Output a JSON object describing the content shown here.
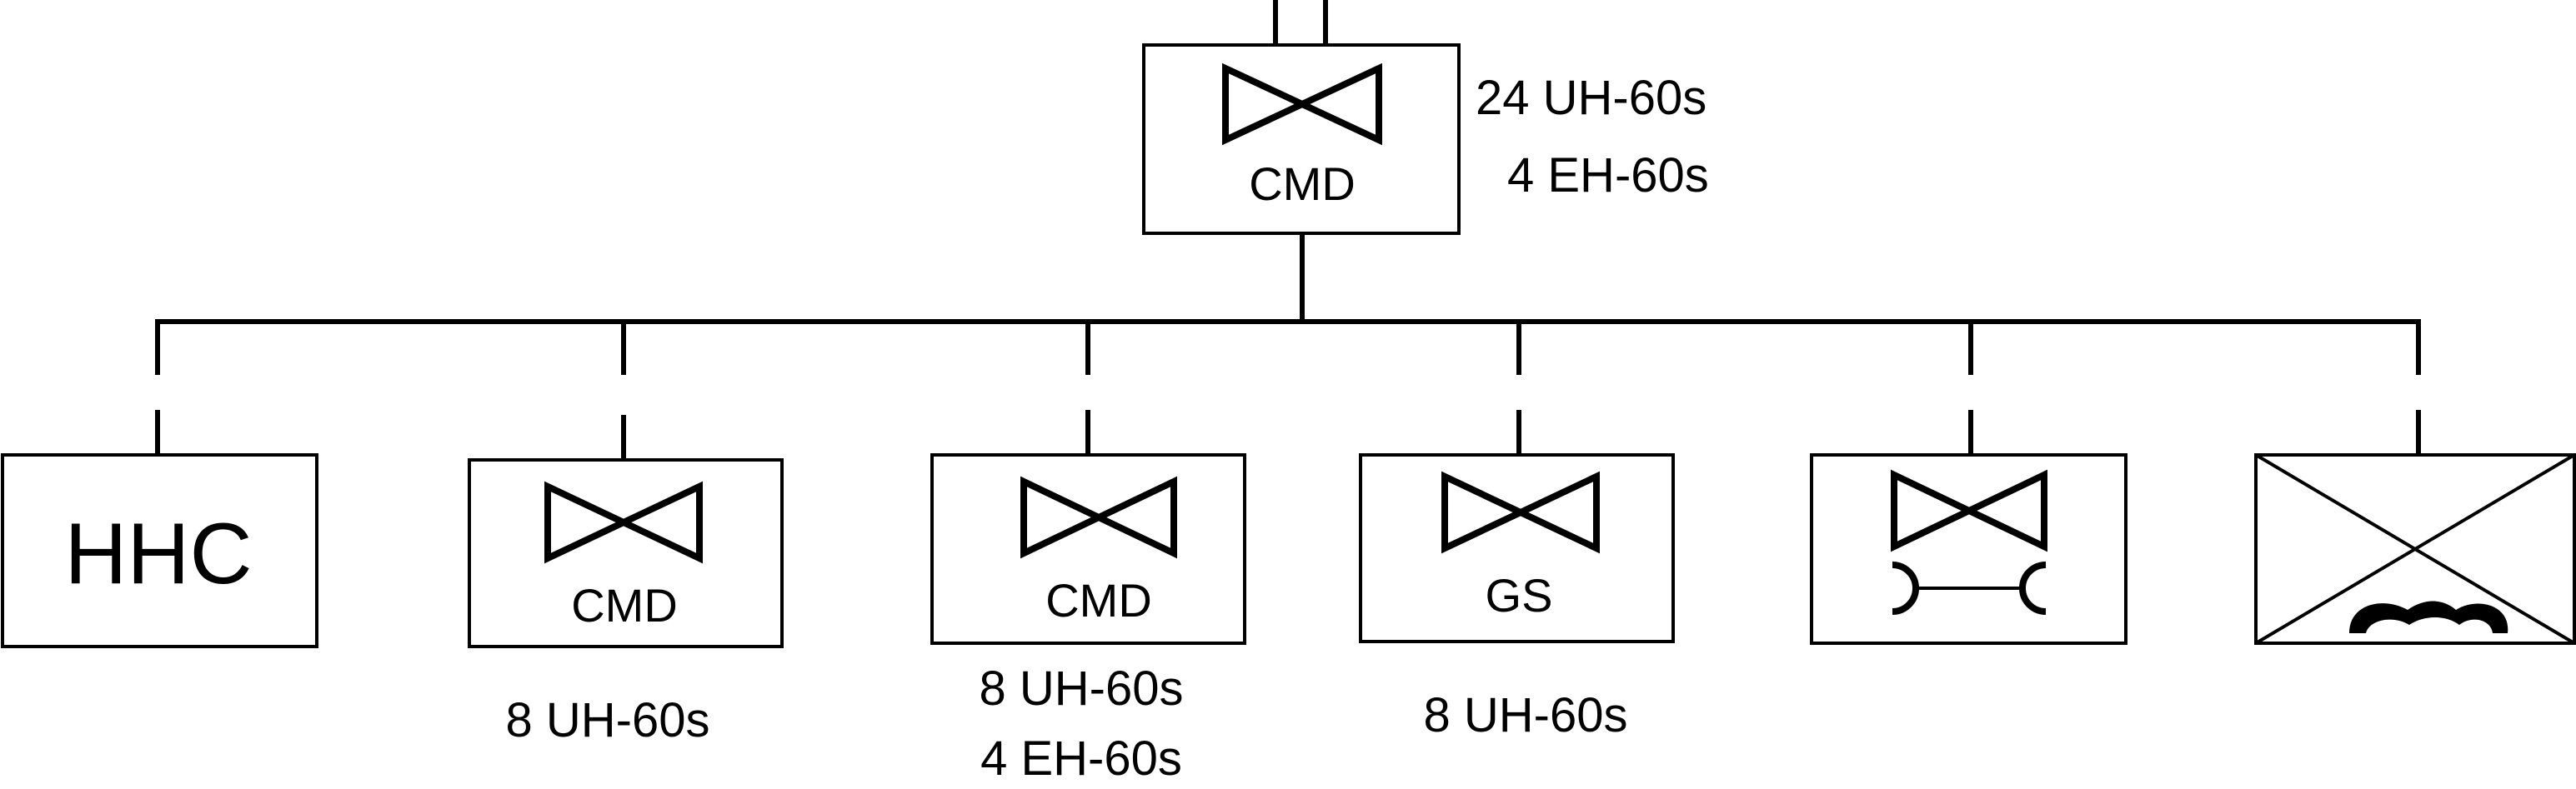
{
  "top_unit": {
    "symbol": "air-assault-helicopter-symbol",
    "label": "CMD",
    "strength": [
      "24 UH-60s",
      "4 EH-60s"
    ]
  },
  "subordinates": [
    {
      "symbol": "none",
      "label": "HHC",
      "strength": []
    },
    {
      "symbol": "air-assault-helicopter-symbol",
      "label": "CMD",
      "strength": [
        "8 UH-60s"
      ]
    },
    {
      "symbol": "air-assault-helicopter-symbol",
      "label": "CMD",
      "strength": [
        "8 UH-60s",
        "4 EH-60s"
      ]
    },
    {
      "symbol": "air-assault-helicopter-symbol",
      "label": "GS",
      "strength": [
        "8 UH-60s"
      ]
    },
    {
      "symbol": "aviation-maintenance-symbol",
      "label": "",
      "strength": []
    },
    {
      "symbol": "infantry-motorized-symbol",
      "label": "",
      "strength": []
    }
  ],
  "colors": {
    "line": "#000000",
    "background": "#ffffff"
  }
}
